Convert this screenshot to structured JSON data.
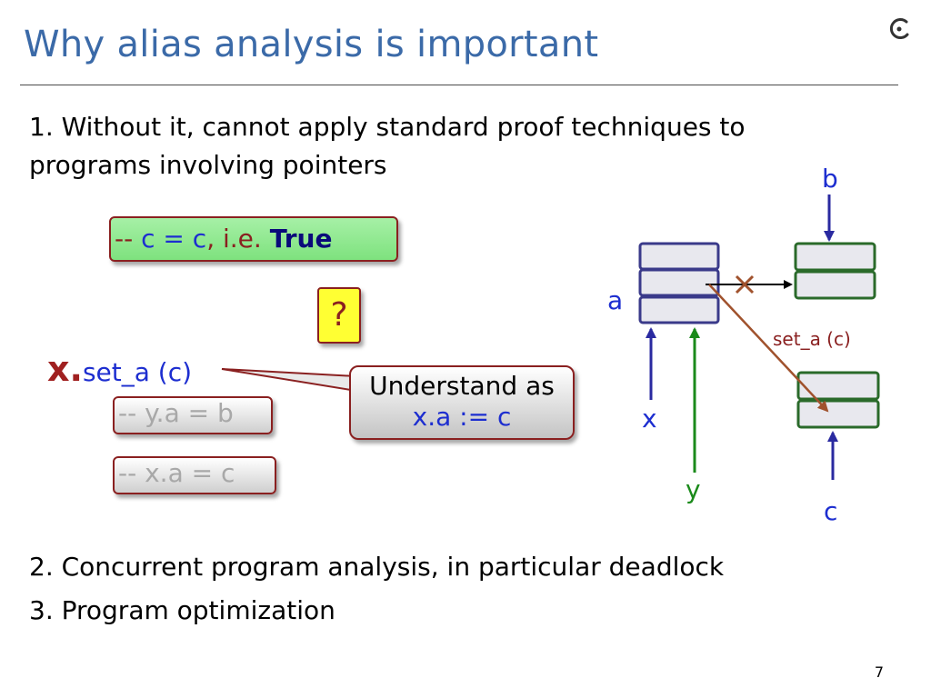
{
  "title": "Why alias analysis is important",
  "points": {
    "p1_line1": "1. Without it, cannot apply standard proof techniques to",
    "p1_line2": "programs involving pointers",
    "p2": "2. Concurrent program analysis, in particular deadlock",
    "p3": "3. Program optimization"
  },
  "green_box": {
    "prefix": "--",
    "expr": "c = c",
    "comma": ",",
    "ie": "i.e.",
    "value": "True"
  },
  "question_mark": "?",
  "call": {
    "target": "x",
    "dot": ".",
    "feature": "set_a (c)"
  },
  "grey_boxes": {
    "box1": "-- y.a = b",
    "box2": "-- x.a = c"
  },
  "callout": {
    "line1": "Understand as",
    "line2": "x.a := c"
  },
  "diagram": {
    "labels": {
      "a": "a",
      "b": "b",
      "c": "c",
      "x": "x",
      "y": "y",
      "set_a": "set_a (c)"
    },
    "colors": {
      "object_a_border": "#3a3a8a",
      "object_green_border": "#2a6a2a",
      "pointer_blue": "#2a2aa0",
      "pointer_green": "#1a8a1a",
      "arrow_new": "#a0522d",
      "cross": "#a0522d"
    }
  },
  "page_number": "7",
  "colors": {
    "title": "#3b6aa8",
    "accent_blue": "#1d2ed0",
    "accent_dark_red": "#8a2020"
  },
  "logo_icon": "circle-dot-logo-icon"
}
